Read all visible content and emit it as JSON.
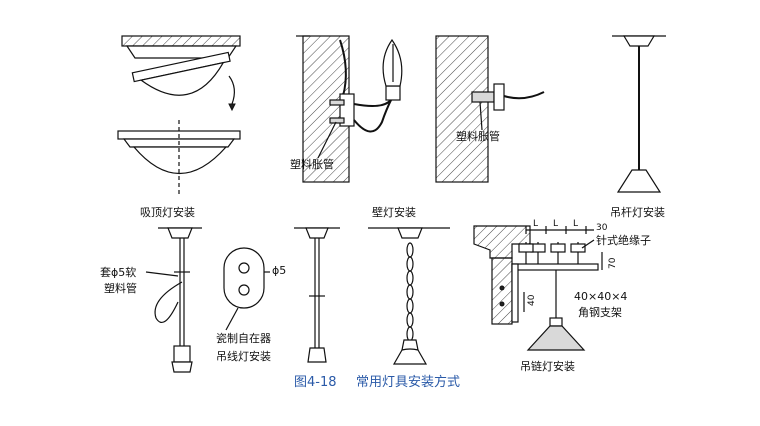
{
  "figure": {
    "caption_number": "图4-18",
    "caption_title": "常用灯具安装方式"
  },
  "panels": {
    "ceiling_lamp": {
      "title": "吸顶灯安装"
    },
    "wall_lamp": {
      "title": "壁灯安装",
      "anchor_left": "塑料胀管",
      "anchor_right": "塑料胀管"
    },
    "rod_lamp": {
      "title": "吊杆灯安装"
    },
    "cord_lamp": {
      "title_line1": "瓷制自在器",
      "title_line2": "吊线灯安装",
      "sleeve_line1": "套ϕ5软",
      "sleeve_line2": "塑料管",
      "hole_label": "ϕ5"
    },
    "chain_lamp": {
      "title": "吊链灯安装",
      "insulator": "针式绝缘子",
      "dim_30": "30",
      "dim_L": "L",
      "dim_70": "70",
      "dim_40": "40",
      "angle_steel_line1": "40×40×4",
      "angle_steel_line2": "角钢支架"
    }
  }
}
